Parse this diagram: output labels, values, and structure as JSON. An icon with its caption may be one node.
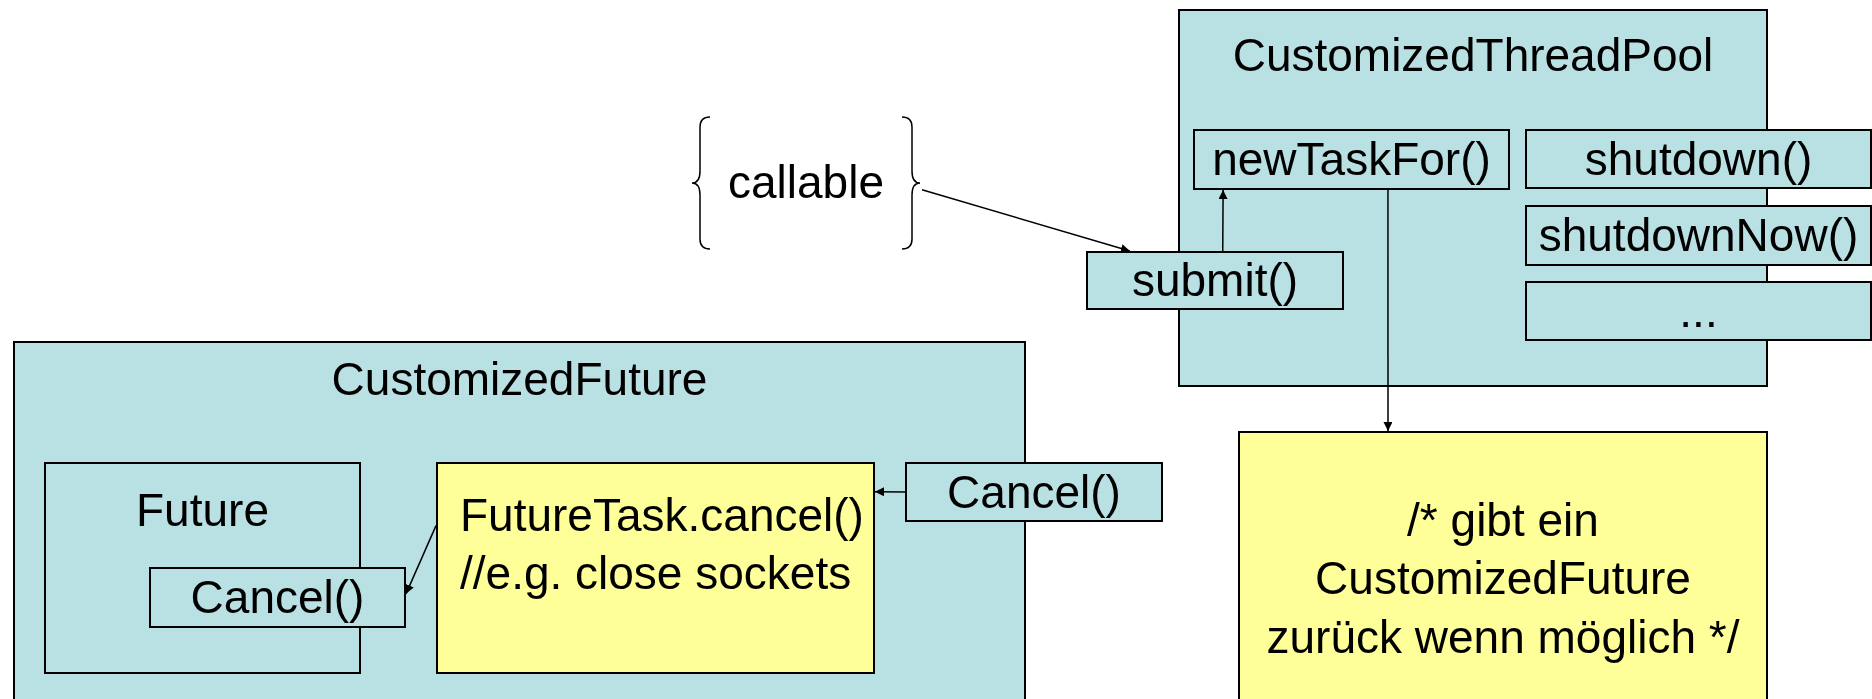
{
  "diagram": {
    "nodes": [
      {
        "text": [
          "CustomizedThreadPool"
        ]
      },
      {
        "text": [
          "newTaskFor()"
        ],
        "in": 0
      },
      {
        "text": [
          "shutdown()"
        ]
      },
      {
        "text": [
          "callable"
        ]
      },
      {
        "text": [
          "shutdownNow()"
        ]
      },
      {
        "text": [
          "submit()"
        ]
      },
      {
        "text": [
          "..."
        ]
      },
      {
        "text": [
          "CustomizedFuture"
        ]
      },
      {
        "text": [
          "/* gibt ein CustomizedFuture zurück wenn möglich */"
        ]
      },
      {
        "text": [
          "Future"
        ],
        "in": 7
      },
      {
        "text": [
          "FutureTask.cancel()",
          "//e.g. close sockets"
        ],
        "in": 7
      },
      {
        "text": [
          "Cancel()"
        ]
      },
      {
        "text": [
          "Cancel()"
        ],
        "in": 7
      }
    ],
    "edges": [
      {
        "from": 3,
        "to": 5,
        "arrow": "to"
      },
      {
        "from": 5,
        "to": 1,
        "arrow": "to"
      },
      {
        "from": 1,
        "to": 8,
        "arrow": "to"
      },
      {
        "from": 11,
        "to": 10,
        "arrow": "to"
      },
      {
        "from": 10,
        "to": 12,
        "arrow": "to"
      }
    ]
  }
}
